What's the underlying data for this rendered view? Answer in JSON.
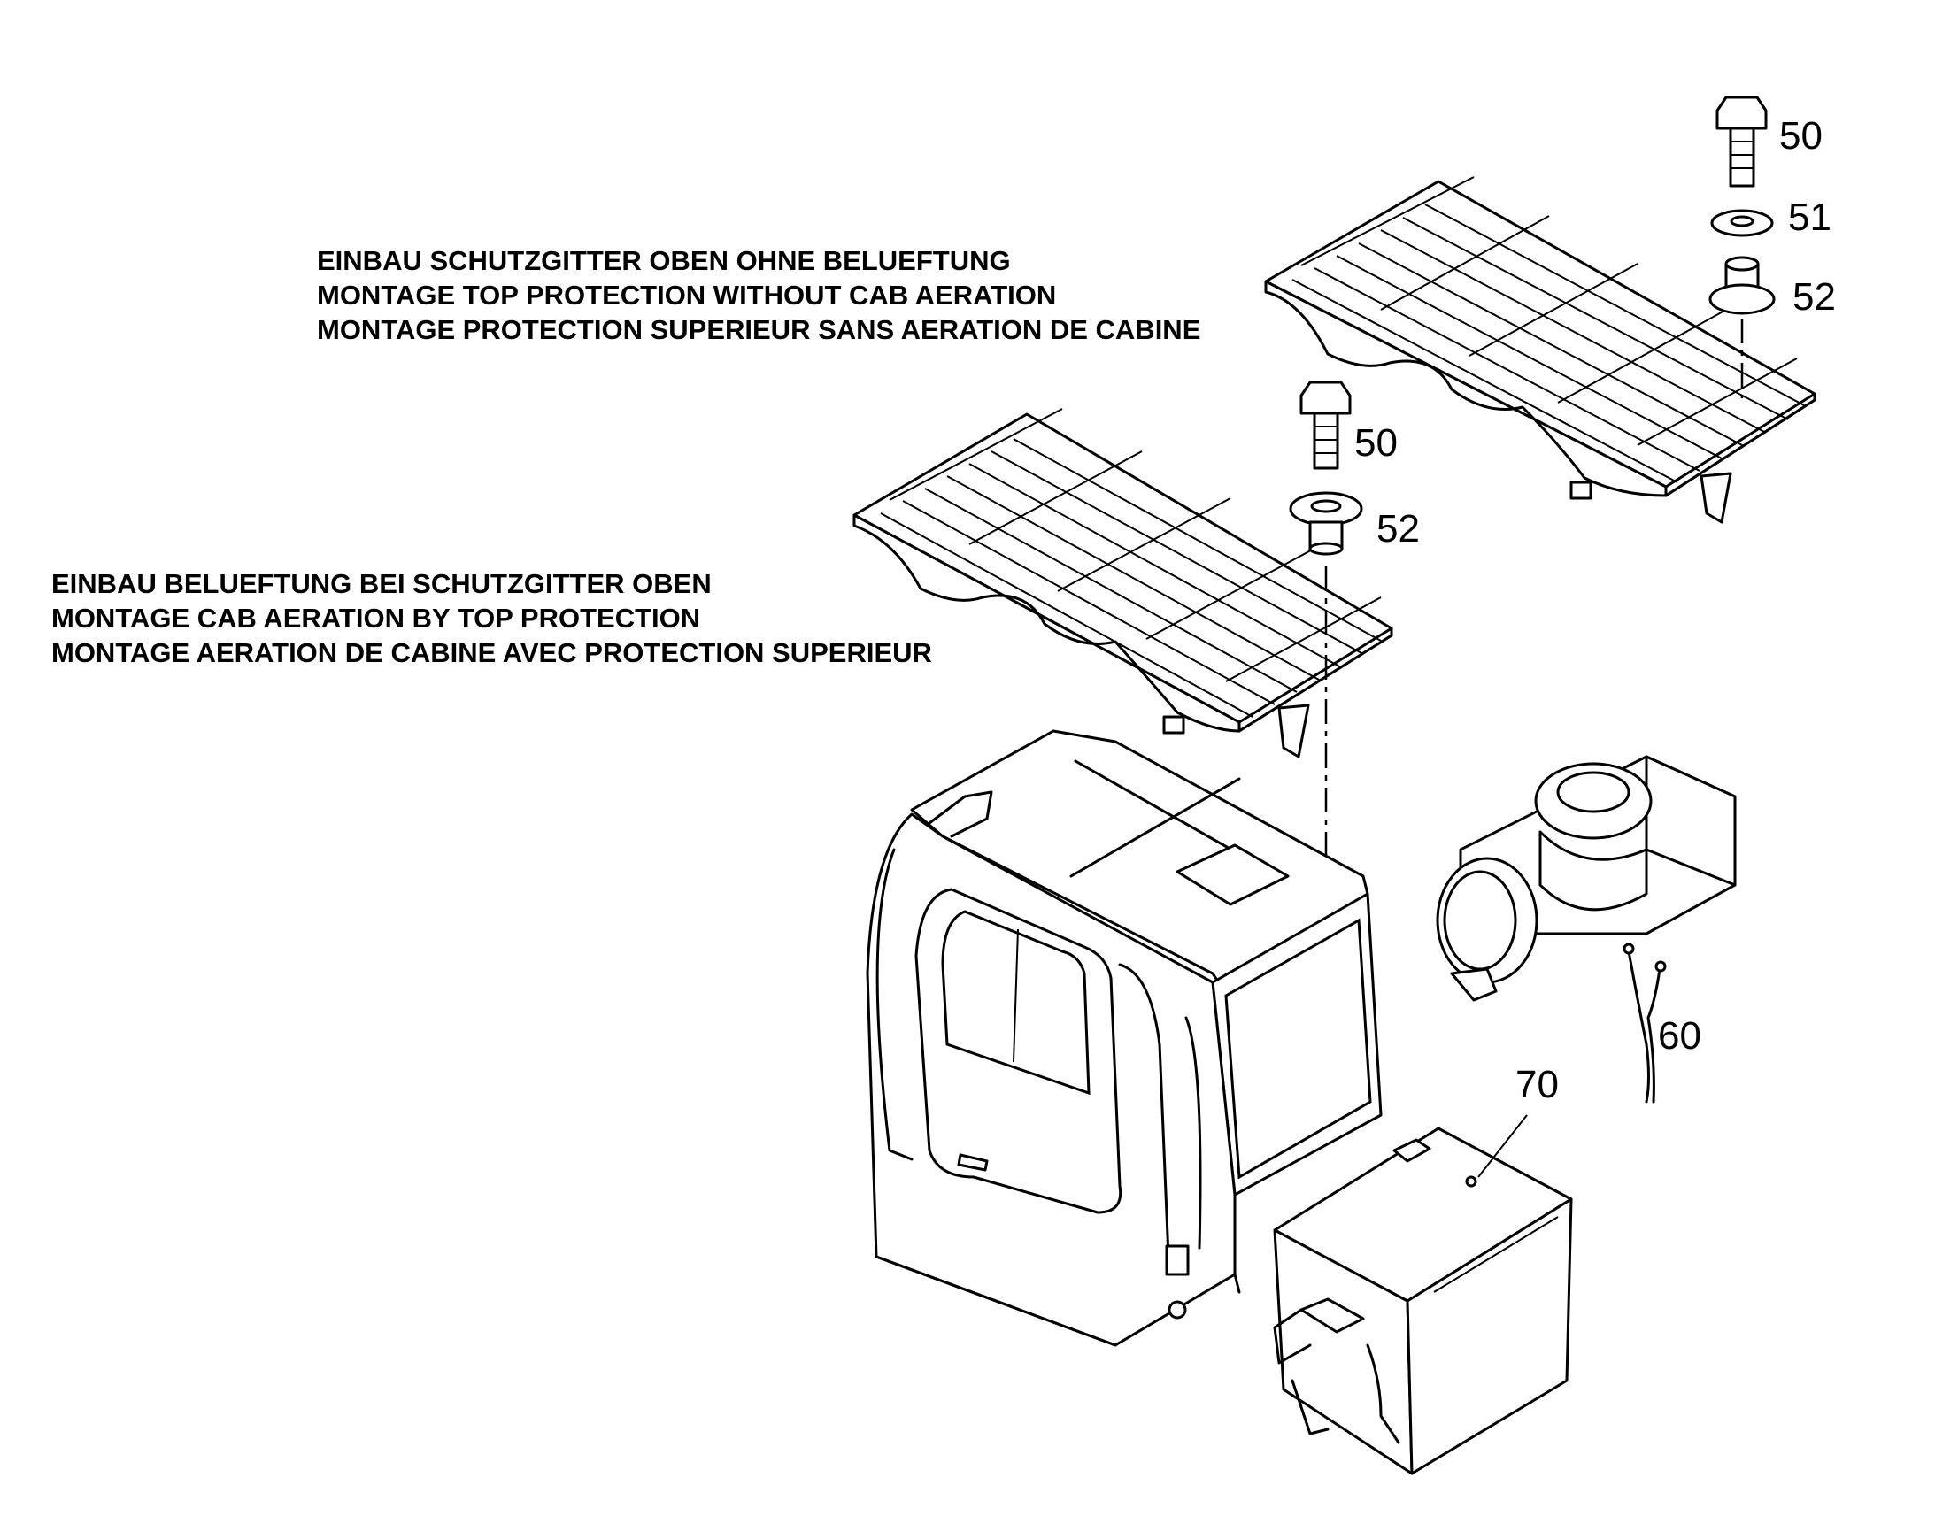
{
  "annotations": {
    "top_protection": {
      "lines": [
        "EINBAU SCHUTZGITTER OBEN OHNE BELUEFTUNG",
        "MONTAGE TOP PROTECTION WITHOUT CAB AERATION",
        "MONTAGE PROTECTION SUPERIEUR SANS AERATION DE CABINE"
      ]
    },
    "cab_aeration": {
      "lines": [
        "EINBAU BELUEFTUNG BEI SCHUTZGITTER OBEN",
        "MONTAGE CAB AERATION BY TOP PROTECTION",
        "MONTAGE AERATION DE CABINE AVEC PROTECTION SUPERIEUR"
      ]
    }
  },
  "callouts": {
    "right_bolt": "50",
    "right_washer": "51",
    "right_spacer": "52",
    "left_bolt": "50",
    "left_spacer": "52",
    "wire_harness": "60",
    "aeration_box": "70"
  },
  "colors": {
    "line": "#000000",
    "background": "#ffffff"
  },
  "icons": {
    "bolt": "hex-bolt-icon",
    "washer": "washer-icon",
    "spacer": "spacer-icon"
  }
}
